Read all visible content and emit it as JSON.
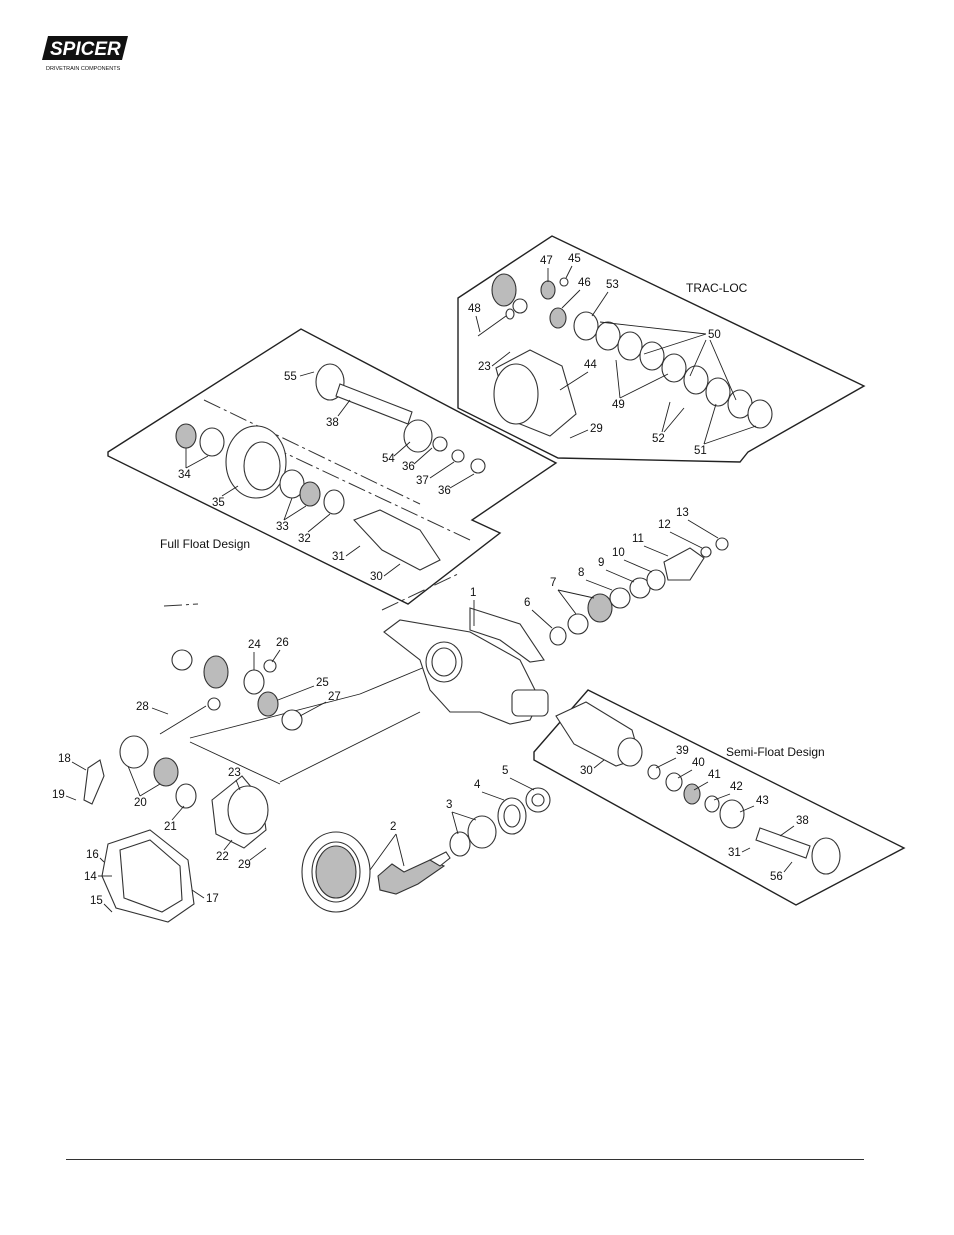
{
  "logo": {
    "brand": "SPICER",
    "tagline": "DRIVETRAIN COMPONENTS"
  },
  "sections": {
    "trac_loc": "TRAC-LOC",
    "full_float": "Full Float Design",
    "semi_float": "Semi-Float Design"
  },
  "callouts": [
    "1",
    "2",
    "3",
    "4",
    "5",
    "6",
    "7",
    "8",
    "9",
    "10",
    "11",
    "12",
    "13",
    "14",
    "15",
    "16",
    "17",
    "18",
    "19",
    "20",
    "21",
    "22",
    "23",
    "24",
    "25",
    "26",
    "27",
    "28",
    "29",
    "30",
    "31",
    "32",
    "33",
    "34",
    "35",
    "36",
    "37",
    "38",
    "39",
    "40",
    "41",
    "42",
    "43",
    "44",
    "45",
    "46",
    "47",
    "48",
    "49",
    "50",
    "51",
    "52",
    "53",
    "54",
    "55",
    "56"
  ]
}
